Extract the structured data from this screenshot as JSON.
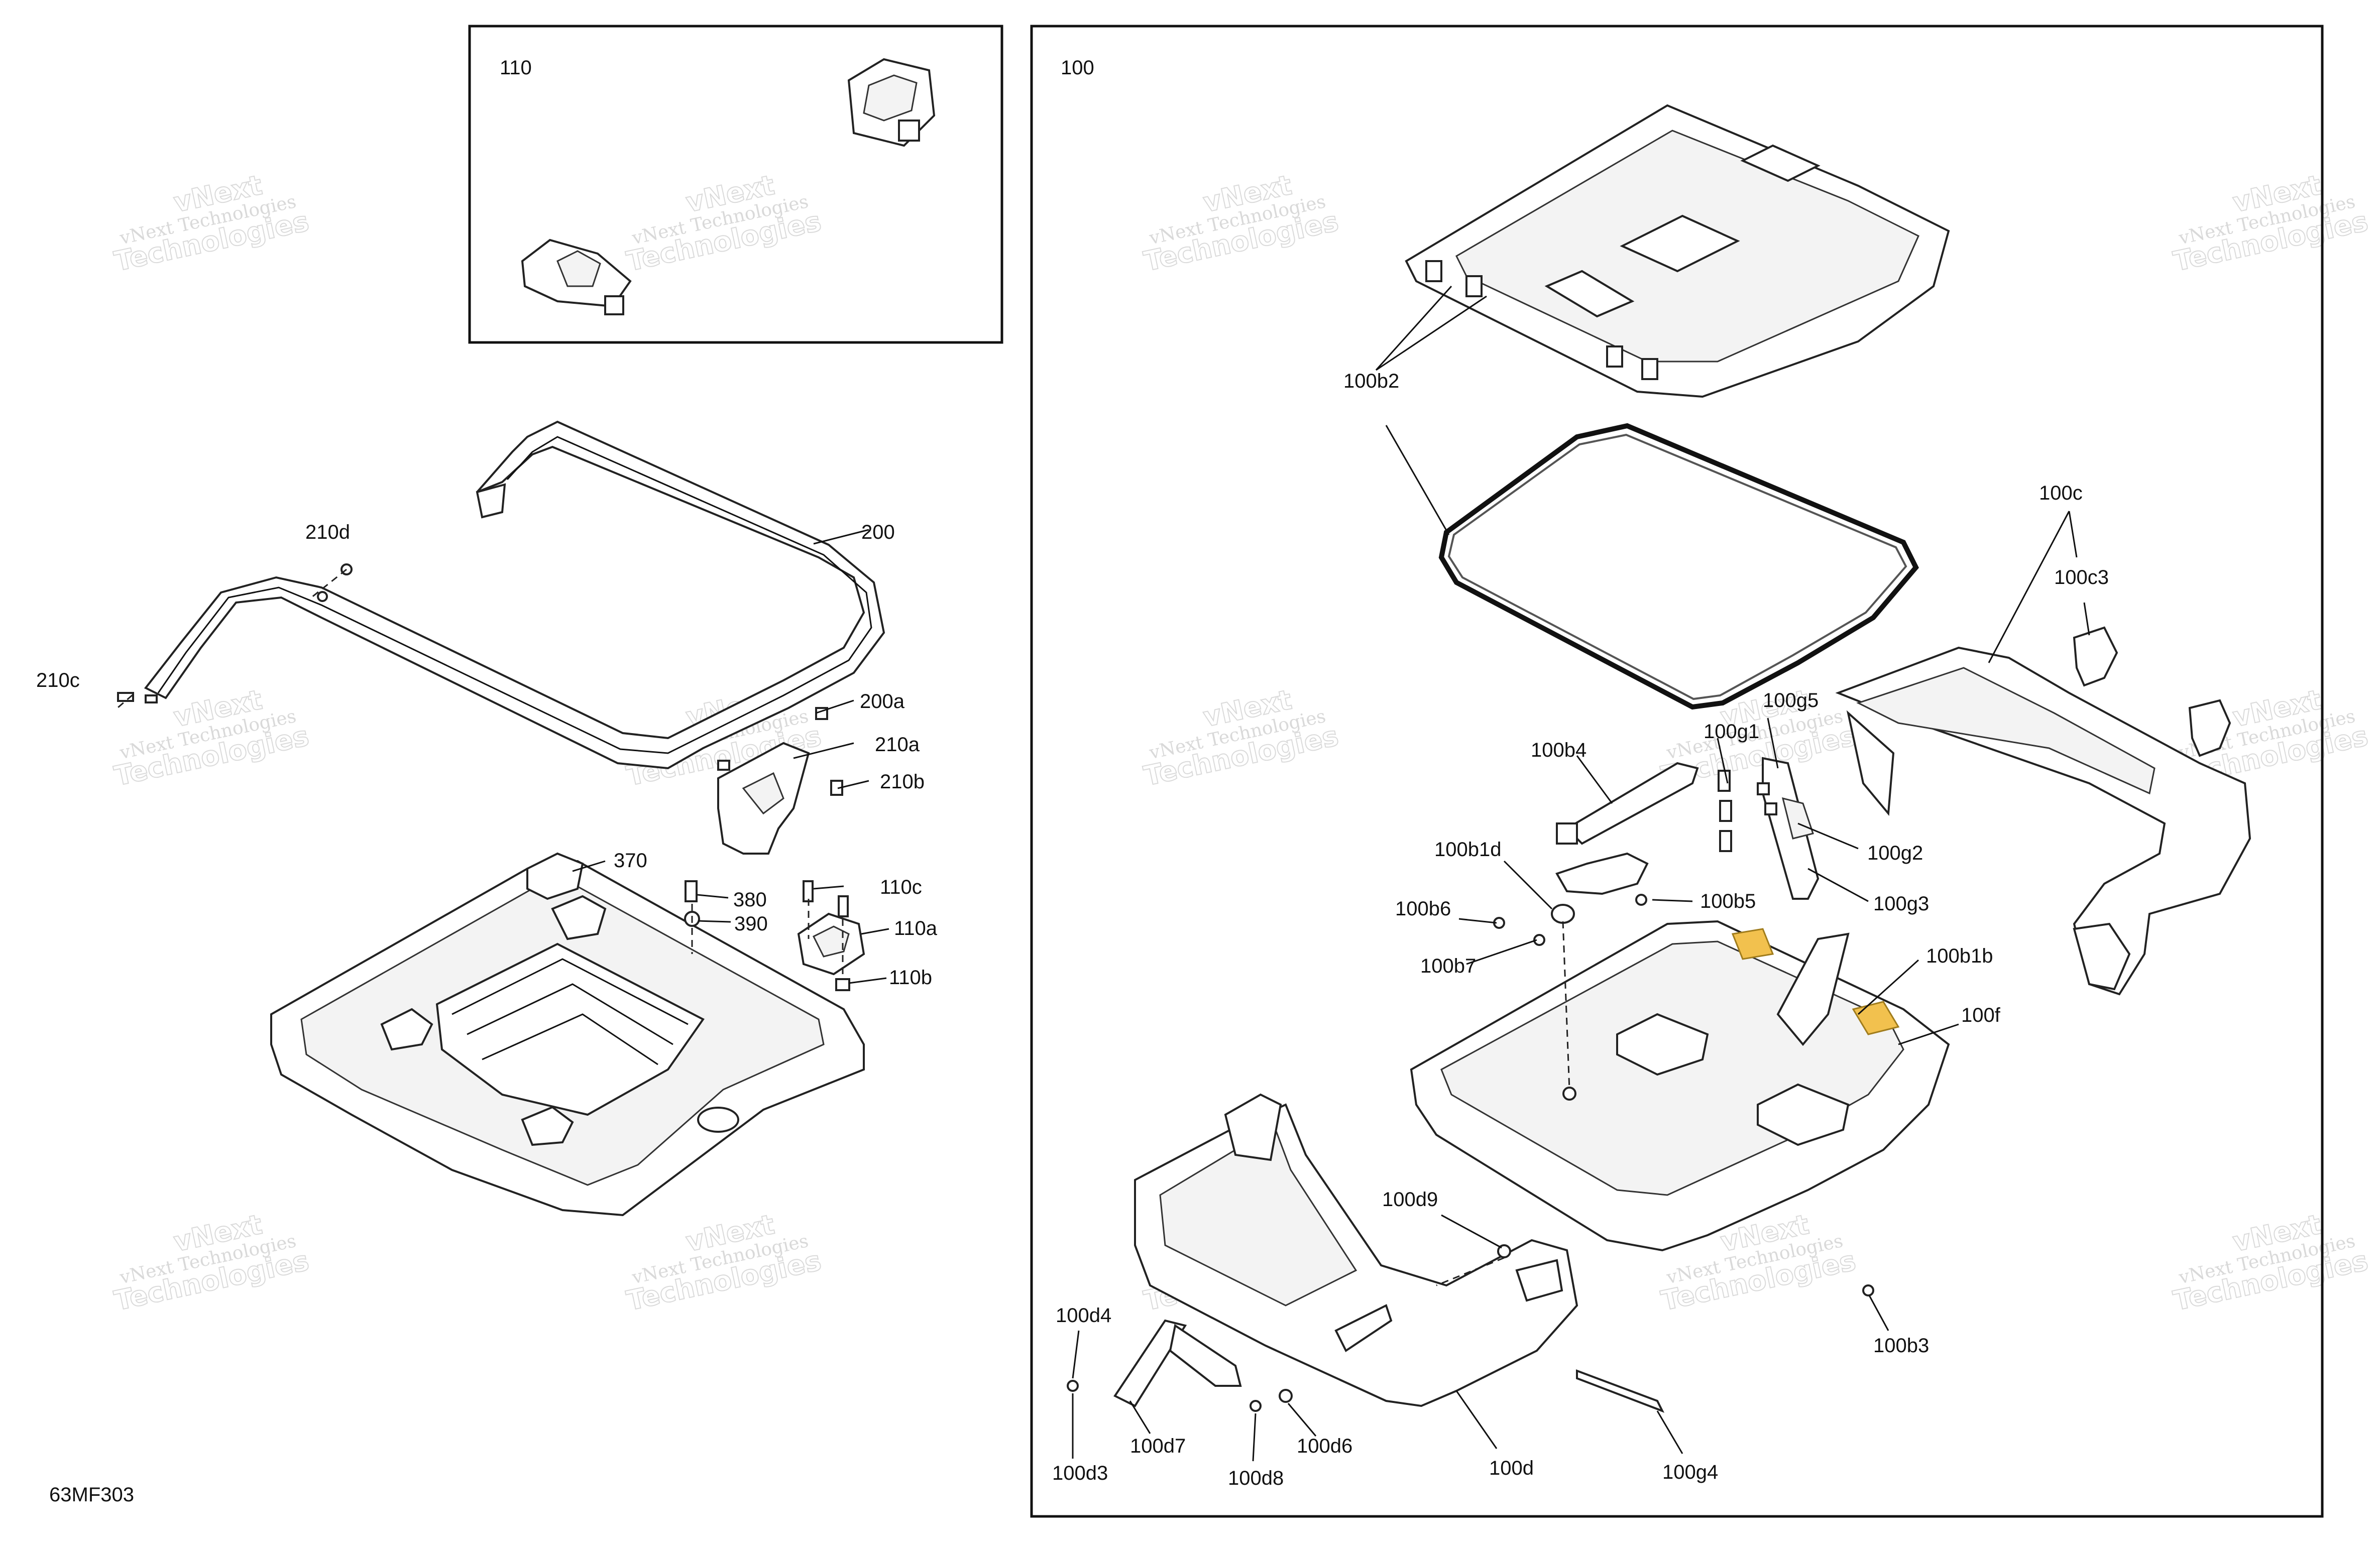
{
  "diagram_code": "63MF303",
  "panels": [
    {
      "id": "110",
      "label": "110"
    },
    {
      "id": "100",
      "label": "100"
    }
  ],
  "callouts": [
    {
      "key": "210d",
      "text": "210d"
    },
    {
      "key": "200",
      "text": "200"
    },
    {
      "key": "210c",
      "text": "210c"
    },
    {
      "key": "200a",
      "text": "200a"
    },
    {
      "key": "210a",
      "text": "210a"
    },
    {
      "key": "210b",
      "text": "210b"
    },
    {
      "key": "370",
      "text": "370"
    },
    {
      "key": "380",
      "text": "380"
    },
    {
      "key": "390",
      "text": "390"
    },
    {
      "key": "110c",
      "text": "110c"
    },
    {
      "key": "110a",
      "text": "110a"
    },
    {
      "key": "110b",
      "text": "110b"
    },
    {
      "key": "100b2",
      "text": "100b2"
    },
    {
      "key": "100c",
      "text": "100c"
    },
    {
      "key": "100c3",
      "text": "100c3"
    },
    {
      "key": "100b4",
      "text": "100b4"
    },
    {
      "key": "100g1",
      "text": "100g1"
    },
    {
      "key": "100g5",
      "text": "100g5"
    },
    {
      "key": "100g2",
      "text": "100g2"
    },
    {
      "key": "100g3",
      "text": "100g3"
    },
    {
      "key": "100b1d",
      "text": "100b1d"
    },
    {
      "key": "100b5",
      "text": "100b5"
    },
    {
      "key": "100b6",
      "text": "100b6"
    },
    {
      "key": "100b7",
      "text": "100b7"
    },
    {
      "key": "100b1b",
      "text": "100b1b"
    },
    {
      "key": "100f",
      "text": "100f"
    },
    {
      "key": "100d9",
      "text": "100d9"
    },
    {
      "key": "100b3",
      "text": "100b3"
    },
    {
      "key": "100d4",
      "text": "100d4"
    },
    {
      "key": "100d7",
      "text": "100d7"
    },
    {
      "key": "100d6",
      "text": "100d6"
    },
    {
      "key": "100d3",
      "text": "100d3"
    },
    {
      "key": "100d8",
      "text": "100d8"
    },
    {
      "key": "100d",
      "text": "100d"
    },
    {
      "key": "100g4",
      "text": "100g4"
    }
  ],
  "watermark": {
    "line1": "vNext",
    "line2": "vNext Technologies",
    "line3": "Technologies"
  },
  "colors": {
    "highlight_yellow": "#f2c14e",
    "highlight_blue": "#3a4fe0",
    "ink": "#111111"
  }
}
